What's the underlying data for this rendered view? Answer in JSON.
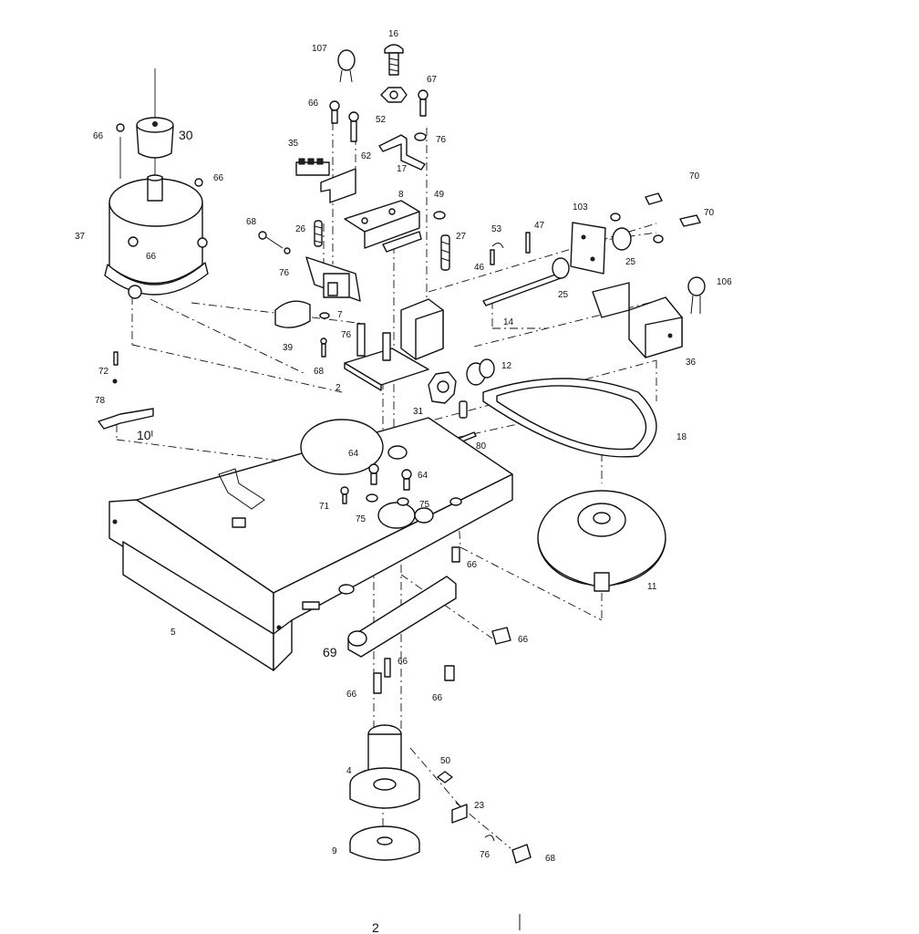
{
  "labels": {
    "p107": "107",
    "p16": "16",
    "p67": "67",
    "p66a": "66",
    "p52": "52",
    "p76a": "76",
    "p35": "35",
    "p62": "62",
    "p17": "17",
    "p66b": "66",
    "p30": "30",
    "p66c": "66",
    "p70a": "70",
    "p70b": "70",
    "p103": "103",
    "p8": "8",
    "p49": "49",
    "p68a": "68",
    "p26": "26",
    "p27": "27",
    "p53": "53",
    "p47": "47",
    "p37": "37",
    "p66d": "66",
    "p76b": "76",
    "p46": "46",
    "p25a": "25",
    "p25b": "25",
    "p106": "106",
    "p14": "14",
    "p7": "7",
    "p76c": "76",
    "p39": "39",
    "p12": "12",
    "p36": "36",
    "p68b": "68",
    "p72": "72",
    "p2": "2",
    "p31": "31",
    "p78": "78",
    "p10": "10ᴵ",
    "p18": "18",
    "p80": "80",
    "p64a": "64",
    "p64b": "64",
    "p71": "71",
    "p75a": "75",
    "p75b": "75",
    "p66e": "66",
    "p11": "11",
    "p5": "5",
    "p66f": "66",
    "p69": "69",
    "p66g": "66",
    "p66h": "66",
    "p66i": "66",
    "p50": "50",
    "p4": "4",
    "p23": "23",
    "p9": "9",
    "p76d": "76",
    "p68c": "68",
    "page": "2"
  }
}
